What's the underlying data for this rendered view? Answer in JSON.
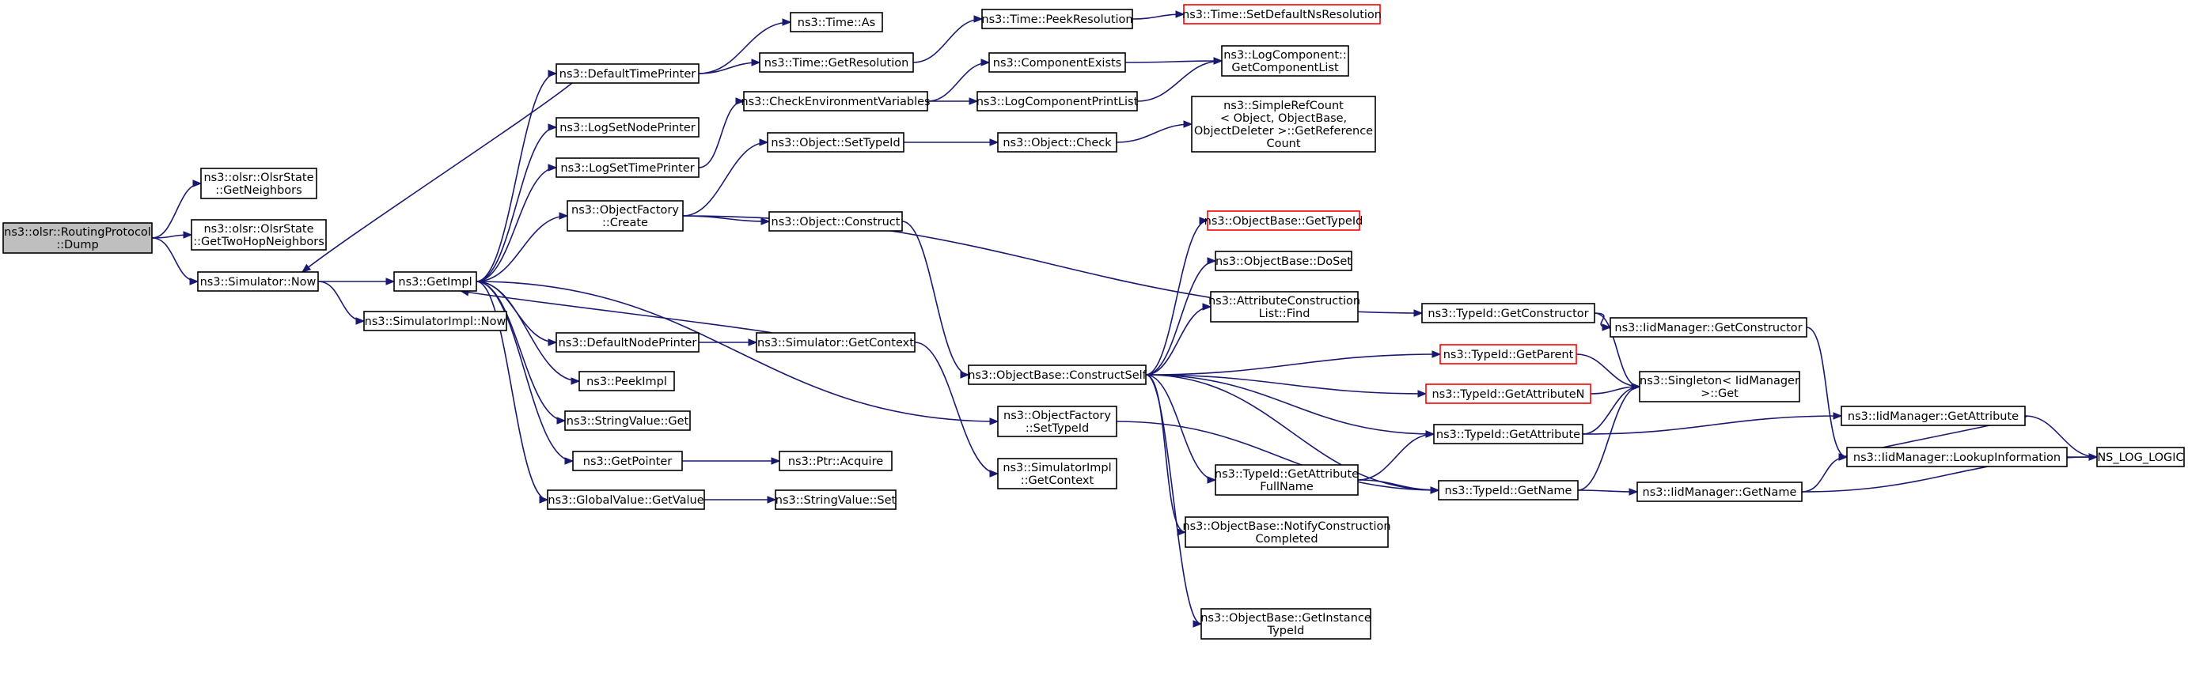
{
  "colors": {
    "edge": "#191970",
    "root_fill": "#bfbfbf",
    "border": "#000000",
    "highlight_border": "#ff0000"
  },
  "nodes": [
    {
      "id": "routing_dump",
      "lines": [
        "ns3::olsr::RoutingProtocol",
        "::Dump"
      ],
      "style": "root"
    },
    {
      "id": "getneighbors",
      "lines": [
        "ns3::olsr::OlsrState",
        "::GetNeighbors"
      ]
    },
    {
      "id": "gettwohop",
      "lines": [
        "ns3::olsr::OlsrState",
        "::GetTwoHopNeighbors"
      ]
    },
    {
      "id": "sim_now",
      "lines": [
        "ns3::Simulator::Now"
      ]
    },
    {
      "id": "getimpl",
      "lines": [
        "ns3::GetImpl"
      ]
    },
    {
      "id": "simimpl_now",
      "lines": [
        "ns3::SimulatorImpl::Now"
      ]
    },
    {
      "id": "default_time_printer",
      "lines": [
        "ns3::DefaultTimePrinter"
      ]
    },
    {
      "id": "log_set_node_printer",
      "lines": [
        "ns3::LogSetNodePrinter"
      ]
    },
    {
      "id": "log_set_time_printer",
      "lines": [
        "ns3::LogSetTimePrinter"
      ]
    },
    {
      "id": "objfactory_create",
      "lines": [
        "ns3::ObjectFactory",
        "::Create"
      ]
    },
    {
      "id": "default_node_printer",
      "lines": [
        "ns3::DefaultNodePrinter"
      ]
    },
    {
      "id": "peekimpl",
      "lines": [
        "ns3::PeekImpl"
      ]
    },
    {
      "id": "stringvalue_get",
      "lines": [
        "ns3::StringValue::Get"
      ]
    },
    {
      "id": "getpointer",
      "lines": [
        "ns3::GetPointer"
      ]
    },
    {
      "id": "globalvalue_getvalue",
      "lines": [
        "ns3::GlobalValue::GetValue"
      ]
    },
    {
      "id": "time_as",
      "lines": [
        "ns3::Time::As"
      ]
    },
    {
      "id": "time_getresolution",
      "lines": [
        "ns3::Time::GetResolution"
      ]
    },
    {
      "id": "check_env_vars",
      "lines": [
        "ns3::CheckEnvironmentVariables"
      ]
    },
    {
      "id": "object_settypeid",
      "lines": [
        "ns3::Object::SetTypeId"
      ]
    },
    {
      "id": "object_construct",
      "lines": [
        "ns3::Object::Construct"
      ]
    },
    {
      "id": "sim_getcontext",
      "lines": [
        "ns3::Simulator::GetContext"
      ]
    },
    {
      "id": "ptr_acquire",
      "lines": [
        "ns3::Ptr::Acquire"
      ]
    },
    {
      "id": "stringvalue_set",
      "lines": [
        "ns3::StringValue::Set"
      ]
    },
    {
      "id": "time_peekresolution",
      "lines": [
        "ns3::Time::PeekResolution"
      ]
    },
    {
      "id": "component_exists",
      "lines": [
        "ns3::ComponentExists"
      ]
    },
    {
      "id": "log_component_printlist",
      "lines": [
        "ns3::LogComponentPrintList"
      ]
    },
    {
      "id": "object_check",
      "lines": [
        "ns3::Object::Check"
      ]
    },
    {
      "id": "objbase_constructself",
      "lines": [
        "ns3::ObjectBase::ConstructSelf"
      ]
    },
    {
      "id": "objfactory_settypeid",
      "lines": [
        "ns3::ObjectFactory",
        "::SetTypeId"
      ]
    },
    {
      "id": "simimpl_getcontext",
      "lines": [
        "ns3::SimulatorImpl",
        "::GetContext"
      ]
    },
    {
      "id": "time_setdefaultnsres",
      "lines": [
        "ns3::Time::SetDefaultNsResolution"
      ],
      "style": "red"
    },
    {
      "id": "logcomponent_getlist",
      "lines": [
        "ns3::LogComponent::",
        "GetComponentList"
      ]
    },
    {
      "id": "simplerefcount",
      "lines": [
        "ns3::SimpleRefCount",
        "< Object, ObjectBase,",
        " ObjectDeleter >::GetReference",
        "Count"
      ]
    },
    {
      "id": "objbase_gettypeid",
      "lines": [
        "ns3::ObjectBase::GetTypeId"
      ],
      "style": "red"
    },
    {
      "id": "objbase_doset",
      "lines": [
        "ns3::ObjectBase::DoSet"
      ]
    },
    {
      "id": "attr_construction_find",
      "lines": [
        "ns3::AttributeConstruction",
        "List::Find"
      ]
    },
    {
      "id": "typeid_getparent",
      "lines": [
        "ns3::TypeId::GetParent"
      ],
      "style": "red"
    },
    {
      "id": "typeid_getattributen",
      "lines": [
        "ns3::TypeId::GetAttributeN"
      ],
      "style": "red"
    },
    {
      "id": "typeid_getattribute",
      "lines": [
        "ns3::TypeId::GetAttribute"
      ]
    },
    {
      "id": "typeid_getattr_fullname",
      "lines": [
        "ns3::TypeId::GetAttribute",
        "FullName"
      ]
    },
    {
      "id": "typeid_getname",
      "lines": [
        "ns3::TypeId::GetName"
      ]
    },
    {
      "id": "objbase_notifyconstruction",
      "lines": [
        "ns3::ObjectBase::NotifyConstruction",
        "Completed"
      ]
    },
    {
      "id": "objbase_getinstancetypeid",
      "lines": [
        "ns3::ObjectBase::GetInstance",
        "TypeId"
      ]
    },
    {
      "id": "typeid_getconstructor",
      "lines": [
        "ns3::TypeId::GetConstructor"
      ]
    },
    {
      "id": "iidmanager_getconstructor",
      "lines": [
        "ns3::IidManager::GetConstructor"
      ]
    },
    {
      "id": "singleton_iidmanager_get",
      "lines": [
        "ns3::Singleton< IidManager",
        " >::Get"
      ]
    },
    {
      "id": "iidmanager_getattribute",
      "lines": [
        "ns3::IidManager::GetAttribute"
      ]
    },
    {
      "id": "iidmanager_lookupinfo",
      "lines": [
        "ns3::IidManager::LookupInformation"
      ]
    },
    {
      "id": "iidmanager_getname",
      "lines": [
        "ns3::IidManager::GetName"
      ]
    },
    {
      "id": "ns_log_logic",
      "lines": [
        "NS_LOG_LOGIC"
      ]
    }
  ],
  "edges": [
    [
      "routing_dump",
      "getneighbors"
    ],
    [
      "routing_dump",
      "gettwohop"
    ],
    [
      "routing_dump",
      "sim_now"
    ],
    [
      "sim_now",
      "getimpl"
    ],
    [
      "sim_now",
      "simimpl_now"
    ],
    [
      "getimpl",
      "default_time_printer"
    ],
    [
      "getimpl",
      "log_set_node_printer"
    ],
    [
      "getimpl",
      "log_set_time_printer"
    ],
    [
      "getimpl",
      "objfactory_create"
    ],
    [
      "getimpl",
      "objfactory_settypeid"
    ],
    [
      "getimpl",
      "default_node_printer"
    ],
    [
      "getimpl",
      "peekimpl"
    ],
    [
      "getimpl",
      "stringvalue_get"
    ],
    [
      "getimpl",
      "getpointer"
    ],
    [
      "getimpl",
      "globalvalue_getvalue"
    ],
    [
      "default_time_printer",
      "sim_now"
    ],
    [
      "default_time_printer",
      "time_as"
    ],
    [
      "default_time_printer",
      "time_getresolution"
    ],
    [
      "time_getresolution",
      "time_peekresolution"
    ],
    [
      "time_peekresolution",
      "time_setdefaultnsres"
    ],
    [
      "log_set_time_printer",
      "check_env_vars"
    ],
    [
      "check_env_vars",
      "component_exists"
    ],
    [
      "check_env_vars",
      "log_component_printlist"
    ],
    [
      "component_exists",
      "logcomponent_getlist"
    ],
    [
      "log_component_printlist",
      "logcomponent_getlist"
    ],
    [
      "objfactory_create",
      "object_settypeid"
    ],
    [
      "objfactory_create",
      "object_construct"
    ],
    [
      "objfactory_create",
      "typeid_getconstructor"
    ],
    [
      "object_settypeid",
      "object_check"
    ],
    [
      "object_check",
      "simplerefcount"
    ],
    [
      "object_construct",
      "objbase_constructself"
    ],
    [
      "default_node_printer",
      "sim_getcontext"
    ],
    [
      "sim_getcontext",
      "getimpl"
    ],
    [
      "sim_getcontext",
      "simimpl_getcontext"
    ],
    [
      "getpointer",
      "ptr_acquire"
    ],
    [
      "globalvalue_getvalue",
      "stringvalue_set"
    ],
    [
      "objbase_constructself",
      "objbase_gettypeid"
    ],
    [
      "objbase_constructself",
      "objbase_doset"
    ],
    [
      "objbase_constructself",
      "attr_construction_find"
    ],
    [
      "objbase_constructself",
      "typeid_getparent"
    ],
    [
      "objbase_constructself",
      "typeid_getattributen"
    ],
    [
      "objbase_constructself",
      "typeid_getattribute"
    ],
    [
      "objbase_constructself",
      "typeid_getattr_fullname"
    ],
    [
      "objbase_constructself",
      "typeid_getname"
    ],
    [
      "objbase_constructself",
      "objbase_notifyconstruction"
    ],
    [
      "objbase_constructself",
      "objbase_getinstancetypeid"
    ],
    [
      "objfactory_settypeid",
      "typeid_getname"
    ],
    [
      "typeid_getconstructor",
      "iidmanager_getconstructor"
    ],
    [
      "typeid_getconstructor",
      "singleton_iidmanager_get"
    ],
    [
      "typeid_getparent",
      "singleton_iidmanager_get"
    ],
    [
      "typeid_getattributen",
      "singleton_iidmanager_get"
    ],
    [
      "typeid_getattribute",
      "singleton_iidmanager_get"
    ],
    [
      "typeid_getattribute",
      "iidmanager_getattribute"
    ],
    [
      "typeid_getattr_fullname",
      "typeid_getattribute"
    ],
    [
      "typeid_getattr_fullname",
      "typeid_getname"
    ],
    [
      "typeid_getname",
      "singleton_iidmanager_get"
    ],
    [
      "typeid_getname",
      "iidmanager_getname"
    ],
    [
      "iidmanager_getconstructor",
      "iidmanager_lookupinfo"
    ],
    [
      "iidmanager_getattribute",
      "iidmanager_lookupinfo"
    ],
    [
      "iidmanager_getattribute",
      "ns_log_logic"
    ],
    [
      "iidmanager_lookupinfo",
      "ns_log_logic"
    ],
    [
      "iidmanager_getname",
      "iidmanager_lookupinfo"
    ],
    [
      "iidmanager_getname",
      "ns_log_logic"
    ]
  ]
}
